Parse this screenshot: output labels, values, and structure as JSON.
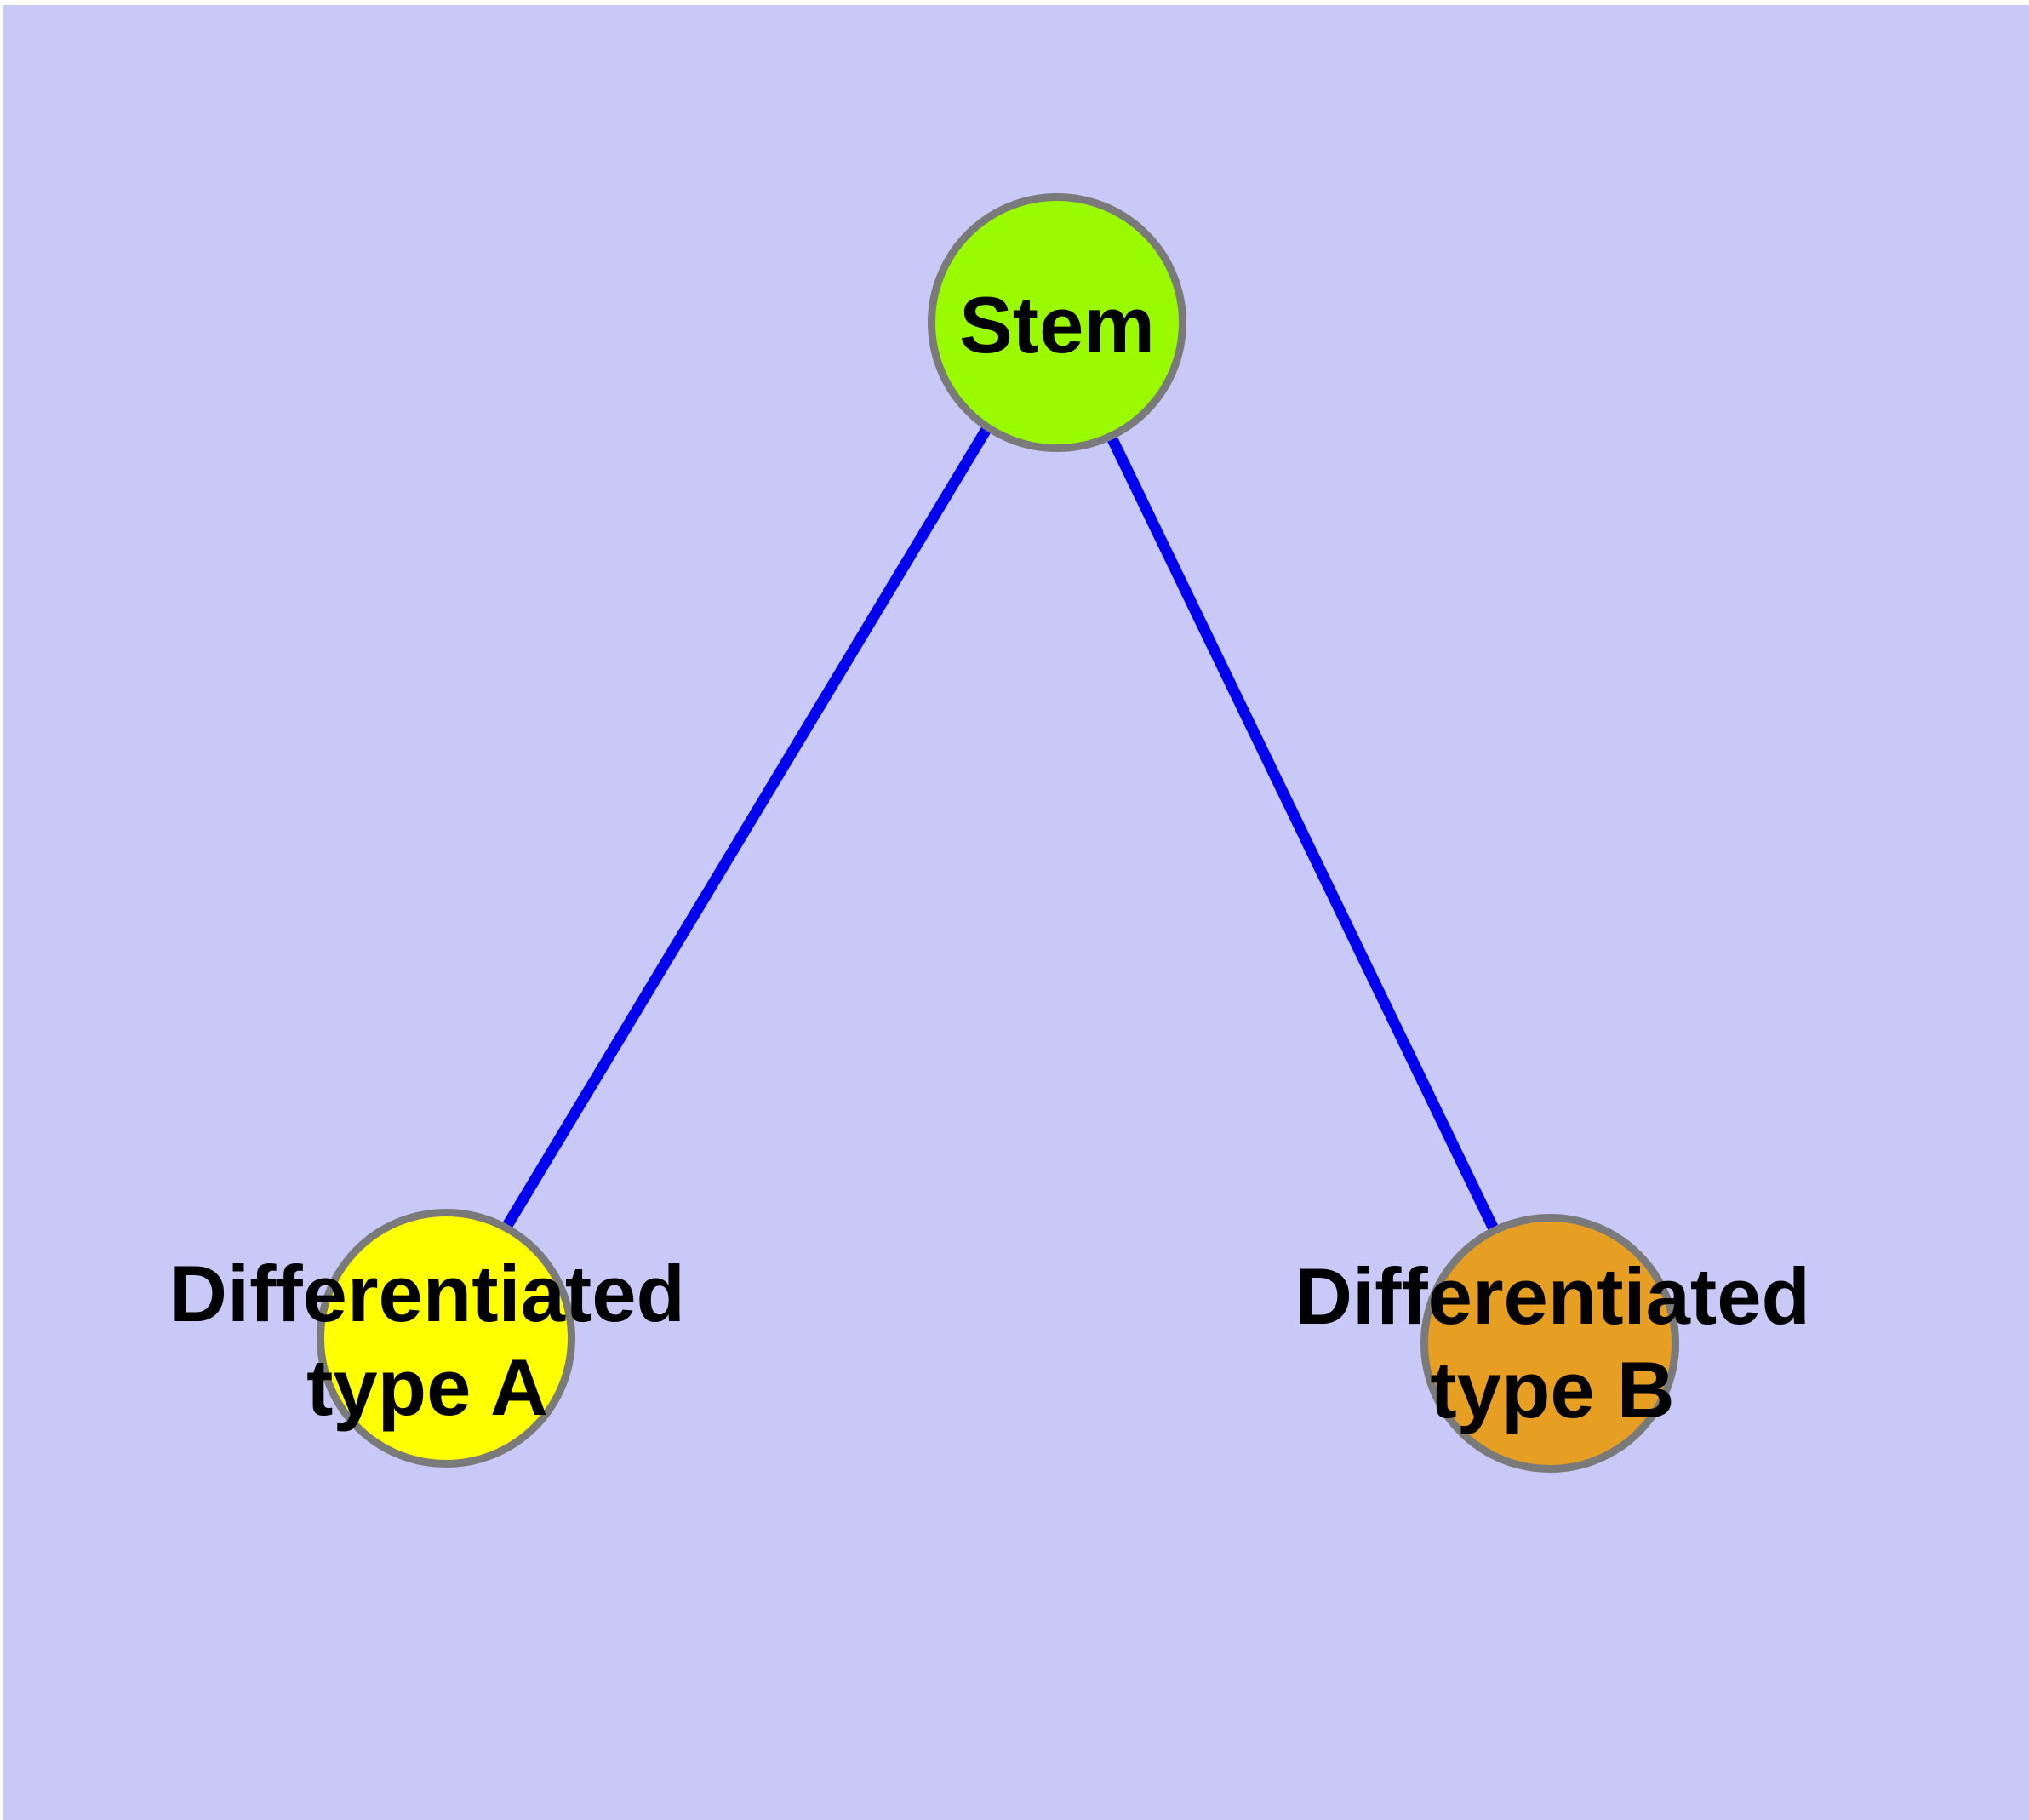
{
  "diagram": {
    "type": "graph",
    "background_color": "#C9C9F8",
    "page_margin_color": "#FFFFFF",
    "edge_color": "#0000EE",
    "node_border_color": "#7A7A7A",
    "label_color": "#000000",
    "nodes": [
      {
        "id": "stem",
        "label": "Stem",
        "fill": "#9AFA00"
      },
      {
        "id": "differentiated-type-a",
        "label": "Differentiated\ntype A",
        "fill": "#FFFF00"
      },
      {
        "id": "differentiated-type-b",
        "label": "Differentiated\ntype B",
        "fill": "#E69F22"
      }
    ],
    "edges": [
      {
        "from": "stem",
        "to": "differentiated-type-a"
      },
      {
        "from": "stem",
        "to": "differentiated-type-b"
      }
    ]
  }
}
